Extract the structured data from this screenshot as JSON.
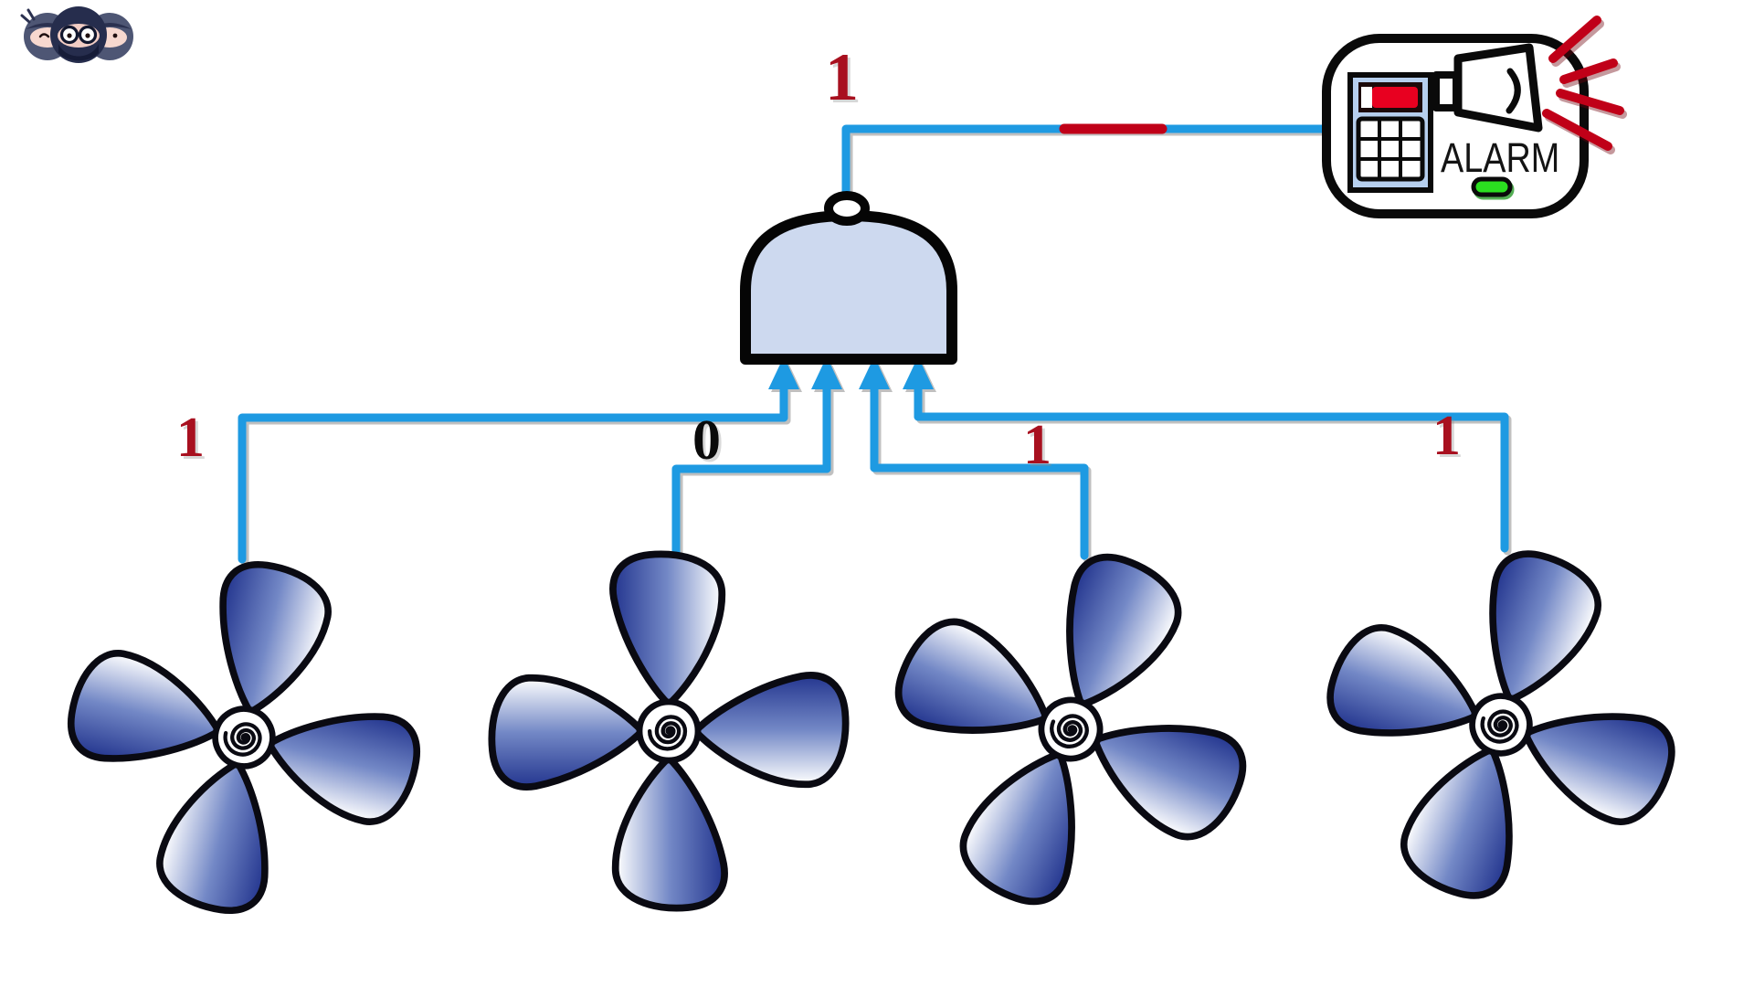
{
  "logo": {
    "name": "ninja-trio-logo"
  },
  "gate": {
    "icon": "nand-gate-icon",
    "fill_color": "#cdd9ef"
  },
  "output": {
    "label": "1",
    "wire_color": "#1e9ae2",
    "alert_segment_color": "#c00018"
  },
  "alarm": {
    "label": "ALARM",
    "icons": [
      "keypad-icon",
      "megaphone-icon",
      "sound-rays-icon",
      "led-icon"
    ],
    "led_color": "#2bdf20",
    "display_bar_color": "#e80020",
    "ray_color": "#c00018"
  },
  "inputs": [
    {
      "id": "fan-1",
      "label": "1",
      "label_color": "#a8101f"
    },
    {
      "id": "fan-2",
      "label": "0",
      "label_color": "#0a0a0a"
    },
    {
      "id": "fan-3",
      "label": "1",
      "label_color": "#a8101f"
    },
    {
      "id": "fan-4",
      "label": "1",
      "label_color": "#a8101f"
    }
  ],
  "fan": {
    "icon": "fan-icon",
    "count": 4,
    "blade_dark_color": "#24368f",
    "blade_light_color": "#ffffff"
  }
}
